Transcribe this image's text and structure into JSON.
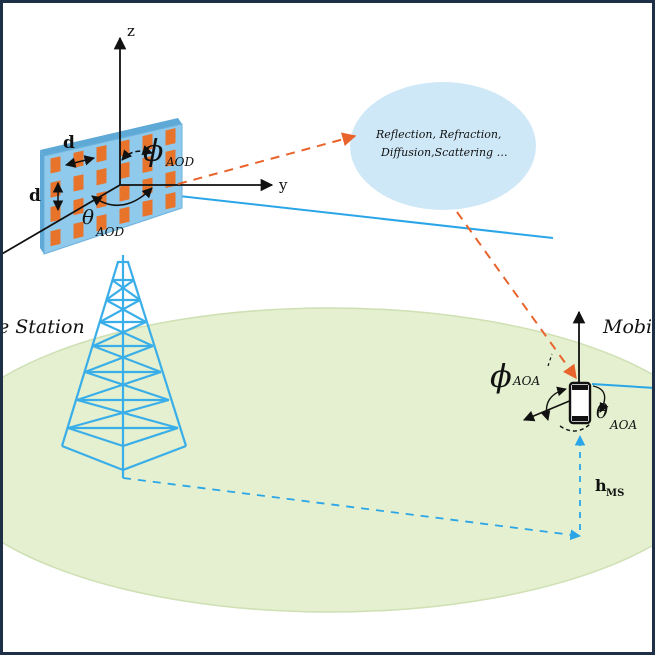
{
  "labels": {
    "z_axis": "z",
    "y_axis": "y",
    "element_spacing_h": "d",
    "element_spacing_v": "d",
    "phi_aod_symbol": "ϕ",
    "phi_aod_sub": "AOD",
    "theta_aod_symbol": "θ",
    "theta_aod_sub": "AOD",
    "base_station_partial": "e Station",
    "mobile_partial": "Mobi",
    "phi_aoa_symbol": "ϕ",
    "phi_aoa_sub": "AOA",
    "theta_aoa_symbol": "θ",
    "theta_aoa_sub": "AOA",
    "h_ms_main": "h",
    "h_ms_sub": "MS"
  },
  "scatter_cloud": {
    "line1": "Reflection,  Refraction,",
    "line2": "Diffusion,Scattering …"
  },
  "colors": {
    "ground": "#e4f0cf",
    "ground_edge": "#cfe0b4",
    "cloud": "#cfe8f7",
    "tower": "#3aaee8",
    "panel": "#8fc9ec",
    "panel_element": "#e8742c",
    "signal_path": "#e8642c",
    "los_line": "#2aa6e8",
    "axes": "#111111",
    "frame": "#1e2f48"
  }
}
